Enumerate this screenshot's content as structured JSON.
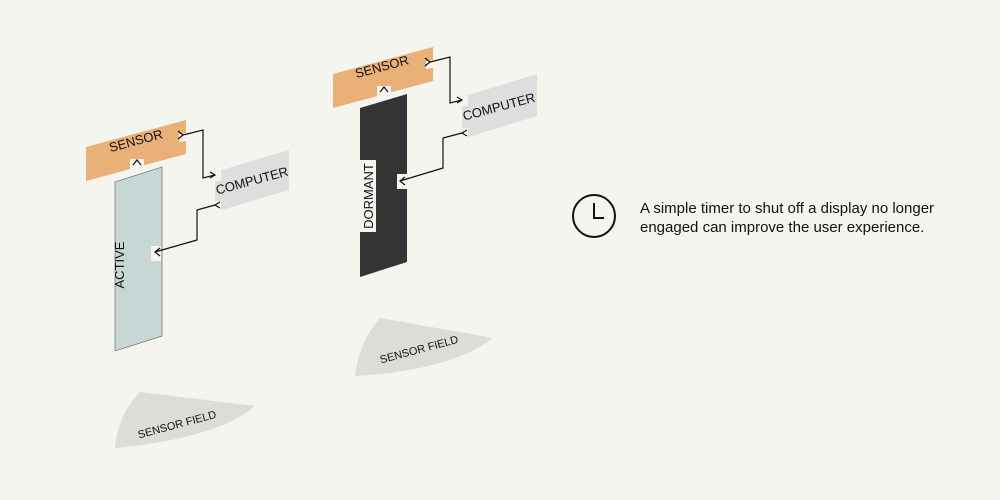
{
  "colors": {
    "background": "#f5f5ef",
    "sensor": "#e9b078",
    "computer": "#dedede",
    "display_active": "#c9d6d6",
    "display_dormant": "#343434",
    "sensor_field": "#dcdcd8",
    "line": "#111111"
  },
  "left_unit": {
    "sensor_label": "SENSOR",
    "computer_label": "COMPUTER",
    "display_label": "ACTIVE",
    "field_label": "SENSOR FIELD"
  },
  "right_unit": {
    "sensor_label": "SENSOR",
    "computer_label": "COMPUTER",
    "display_label": "DORMANT",
    "field_label": "SENSOR FIELD"
  },
  "note": {
    "icon": "clock-icon",
    "text": "A simple timer to shut off a display no longer\nengaged can improve the user experience."
  }
}
